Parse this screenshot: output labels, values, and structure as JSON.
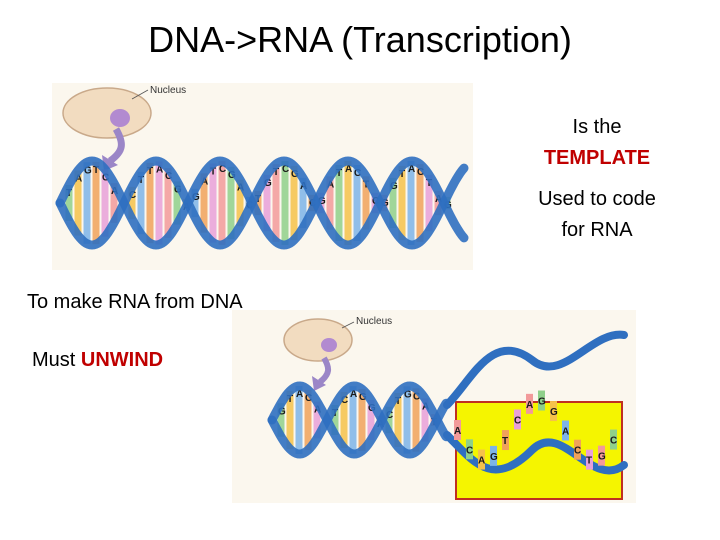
{
  "title": "DNA->RNA (Transcription)",
  "top_figure": {
    "nucleus_label": "Nucleus"
  },
  "bottom_figure": {
    "nucleus_label": "Nucleus"
  },
  "right_text": {
    "line1": "Is the",
    "line2": "TEMPLATE",
    "line3": "Used to code",
    "line4": "for RNA"
  },
  "left_text": {
    "line1": "To make RNA from DNA",
    "line2_prefix": "Must ",
    "line2_highlight": "UNWIND"
  },
  "colors": {
    "highlight_red": "#c00000",
    "helix_blue": "#2f6fc0",
    "rna_box_fill": "#f5f500",
    "rna_box_border": "#c03020",
    "nucleus_fill": "#f2dcc0",
    "arrow_purple": "#9b86c7"
  },
  "base_letters_top": [
    "C",
    "T",
    "A",
    "G",
    "T",
    "C",
    "A",
    "G",
    "C",
    "T",
    "T",
    "A",
    "C",
    "G",
    "A",
    "G",
    "A",
    "T",
    "C",
    "G",
    "A",
    "C",
    "T",
    "G",
    "T",
    "C",
    "G",
    "A",
    "C",
    "G",
    "A",
    "T",
    "A",
    "C",
    "T",
    "C",
    "G",
    "G",
    "T",
    "A"
  ],
  "base_letters_bottom": [
    "C",
    "G",
    "T",
    "A",
    "C",
    "A",
    "G",
    "T",
    "C",
    "A",
    "G",
    "G",
    "A",
    "C",
    "T",
    "G",
    "C",
    "A",
    "T",
    "C",
    "T",
    "G",
    "A",
    "C",
    "G",
    "A",
    "T",
    "C",
    "G",
    "C",
    "T",
    "A",
    "G",
    "C",
    "A",
    "T",
    "C",
    "G",
    "A",
    "C",
    "G"
  ]
}
